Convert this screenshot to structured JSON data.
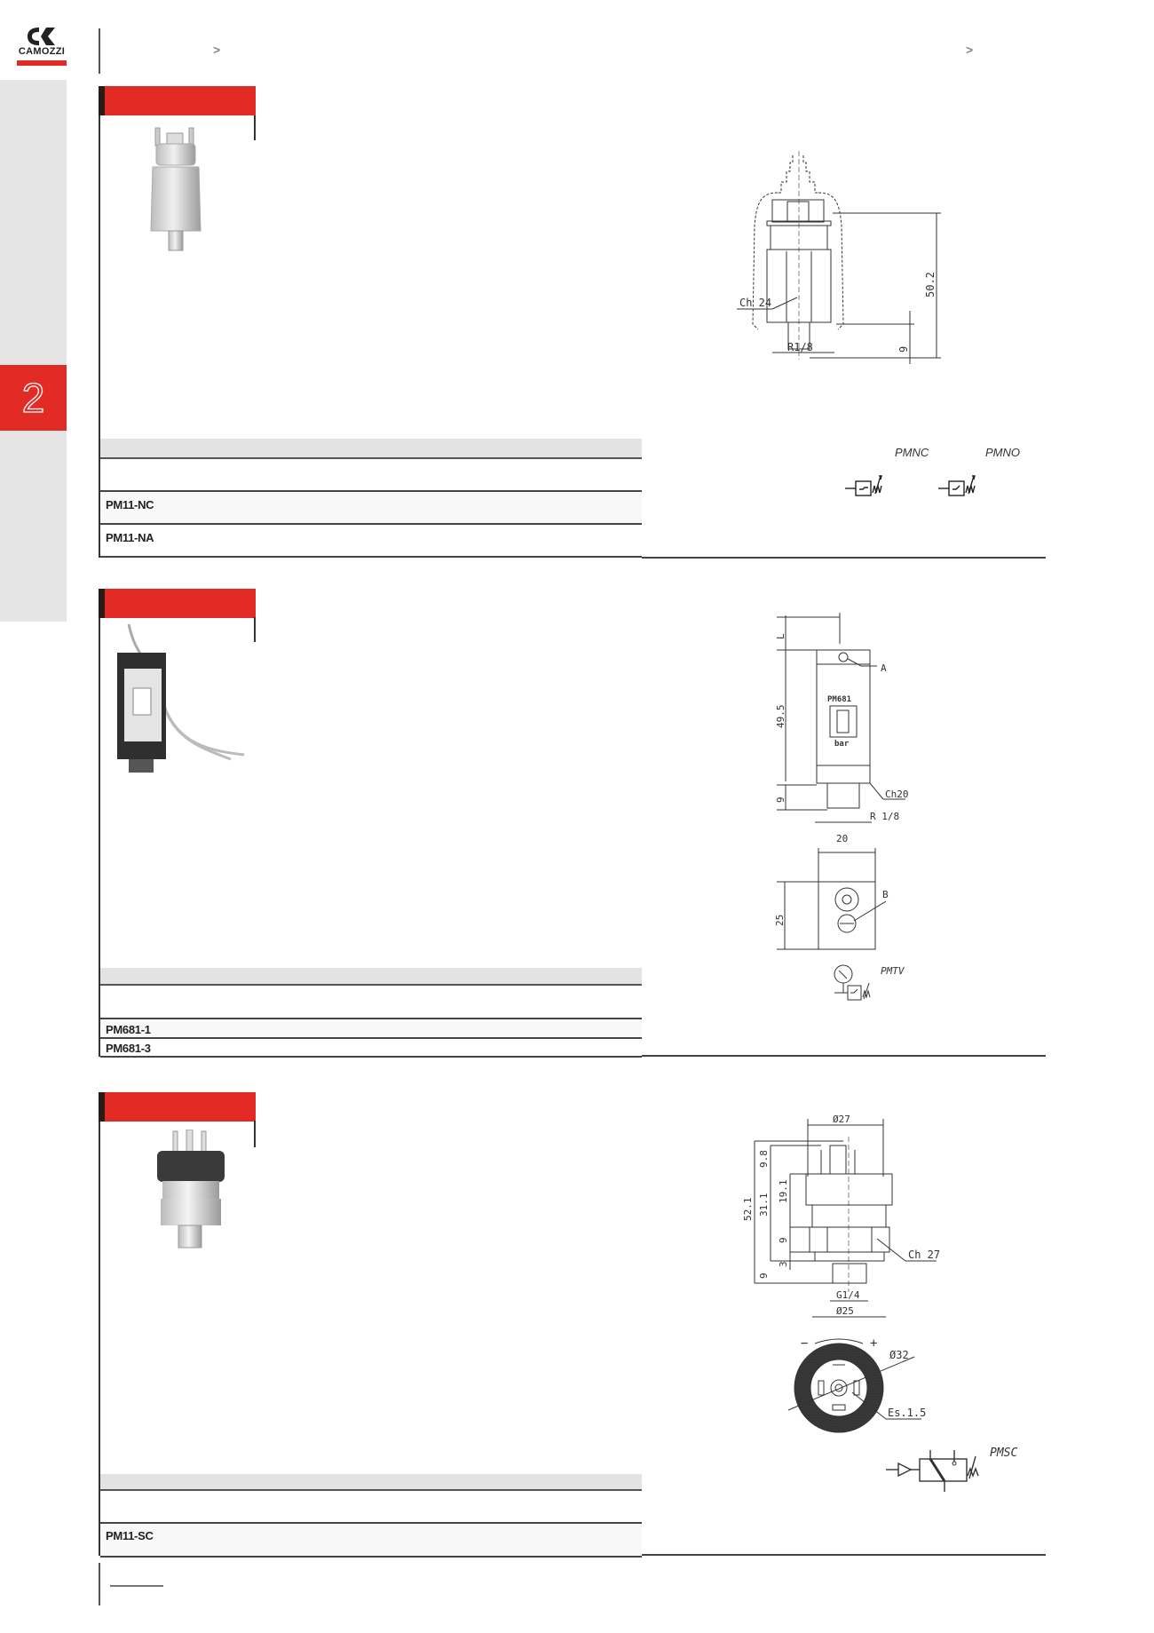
{
  "header": {
    "brand": "CAMOZZI",
    "breadcrumb_separators": [
      ">",
      ">"
    ],
    "chapter_number": "2"
  },
  "colors": {
    "brand_red": "#e32b26",
    "side_tab_gray": "#e5e5e5",
    "table_header_gray": "#e3e3e3"
  },
  "sections": [
    {
      "id": "pm11",
      "table": {
        "rows": [
          {
            "code": "PM11-NC"
          },
          {
            "code": "PM11-NA"
          }
        ]
      },
      "drawing": {
        "labels": {
          "hex": "Ch 24",
          "thread": "R1/8",
          "height": "50.2",
          "thread_len": "9"
        },
        "symbols": [
          "PMNC",
          "PMNO"
        ]
      }
    },
    {
      "id": "pm681",
      "table": {
        "rows": [
          {
            "code": "PM681-1"
          },
          {
            "code": "PM681-3"
          }
        ]
      },
      "drawing": {
        "labels": {
          "top": "L",
          "body": "49.5",
          "thread_len": "9",
          "hex": "Ch20",
          "thread": "R 1/8",
          "width": "20",
          "depth": "25",
          "callout_a": "A",
          "callout_b": "B",
          "model": "PM681",
          "unit": "bar"
        },
        "symbols": [
          "PMTV"
        ]
      }
    },
    {
      "id": "pm11sc",
      "table": {
        "rows": [
          {
            "code": "PM11-SC"
          }
        ]
      },
      "drawing": {
        "labels": {
          "diam_top": "Ø27",
          "total": "52.1",
          "body": "31.1",
          "pins": "9.8",
          "knob": "19.1",
          "hex_h": "9",
          "collar": "3",
          "thread_len": "9",
          "hex": "Ch 27",
          "thread": "G1/4",
          "diam_base": "Ø25",
          "knob_diam": "Ø32",
          "es": "Es.1.5",
          "minus": "−",
          "plus": "+"
        },
        "symbols": [
          "PMSC"
        ]
      }
    }
  ]
}
